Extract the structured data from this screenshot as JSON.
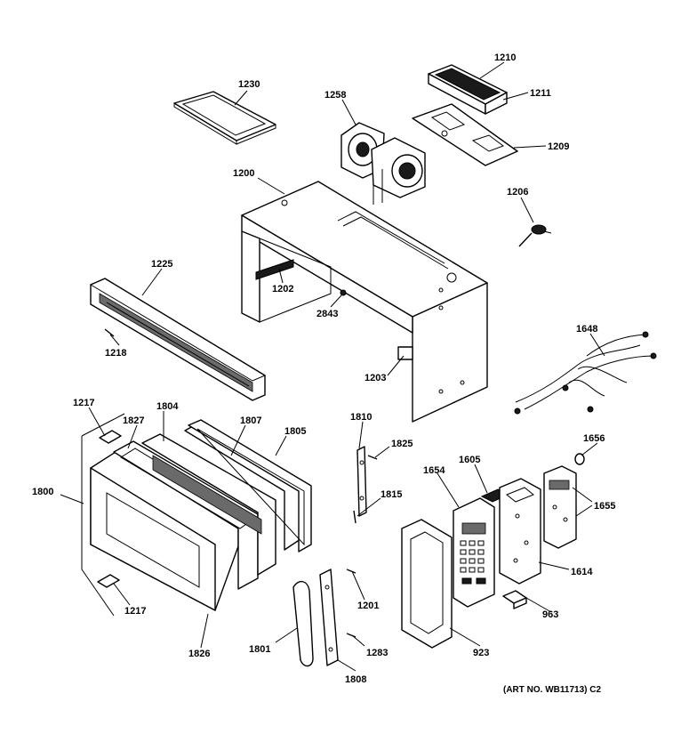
{
  "parts": [
    {
      "id": "1230",
      "label": "1230"
    },
    {
      "id": "1258",
      "label": "1258"
    },
    {
      "id": "1210",
      "label": "1210"
    },
    {
      "id": "1211",
      "label": "1211"
    },
    {
      "id": "1209",
      "label": "1209"
    },
    {
      "id": "1200",
      "label": "1200"
    },
    {
      "id": "1206",
      "label": "1206"
    },
    {
      "id": "1225",
      "label": "1225"
    },
    {
      "id": "1202",
      "label": "1202"
    },
    {
      "id": "2843",
      "label": "2843"
    },
    {
      "id": "1218",
      "label": "1218"
    },
    {
      "id": "1648",
      "label": "1648"
    },
    {
      "id": "1203",
      "label": "1203"
    },
    {
      "id": "1217a",
      "label": "1217"
    },
    {
      "id": "1804",
      "label": "1804"
    },
    {
      "id": "1827",
      "label": "1827"
    },
    {
      "id": "1807",
      "label": "1807"
    },
    {
      "id": "1805",
      "label": "1805"
    },
    {
      "id": "1810",
      "label": "1810"
    },
    {
      "id": "1825",
      "label": "1825"
    },
    {
      "id": "1656",
      "label": "1656"
    },
    {
      "id": "1605",
      "label": "1605"
    },
    {
      "id": "1654",
      "label": "1654"
    },
    {
      "id": "1800",
      "label": "1800"
    },
    {
      "id": "1815",
      "label": "1815"
    },
    {
      "id": "1655",
      "label": "1655"
    },
    {
      "id": "1614",
      "label": "1614"
    },
    {
      "id": "963",
      "label": "963"
    },
    {
      "id": "1217b",
      "label": "1217"
    },
    {
      "id": "1201",
      "label": "1201"
    },
    {
      "id": "1826",
      "label": "1826"
    },
    {
      "id": "1801",
      "label": "1801"
    },
    {
      "id": "1283",
      "label": "1283"
    },
    {
      "id": "923",
      "label": "923"
    },
    {
      "id": "1808",
      "label": "1808"
    }
  ],
  "art_number": "(ART NO. WB11713) C2"
}
